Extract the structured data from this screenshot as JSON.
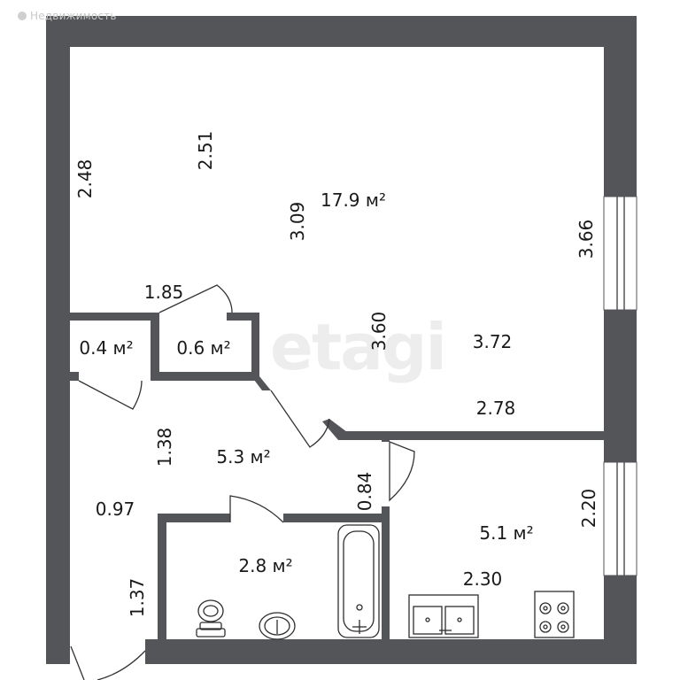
{
  "watermark": {
    "brand": "Недвижимость",
    "logo": "etagi"
  },
  "colors": {
    "wall": "#545559",
    "fixture": "#3a3a3a",
    "window": "#ffffff"
  },
  "rooms": {
    "living": "17.9 м²",
    "closet_left": "0.4 м²",
    "closet_right": "0.6 м²",
    "hall": "5.3 м²",
    "bath": "2.8 м²",
    "kitchen": "5.1 м²"
  },
  "dims": {
    "d248": "2.48",
    "d251": "2.51",
    "d309": "3.09",
    "d366": "3.66",
    "d185": "1.85",
    "d360": "3.60",
    "d372": "3.72",
    "d278": "2.78",
    "d138": "1.38",
    "d097": "0.97",
    "d084": "0.84",
    "d220": "2.20",
    "d230": "2.30",
    "d137": "1.37"
  }
}
